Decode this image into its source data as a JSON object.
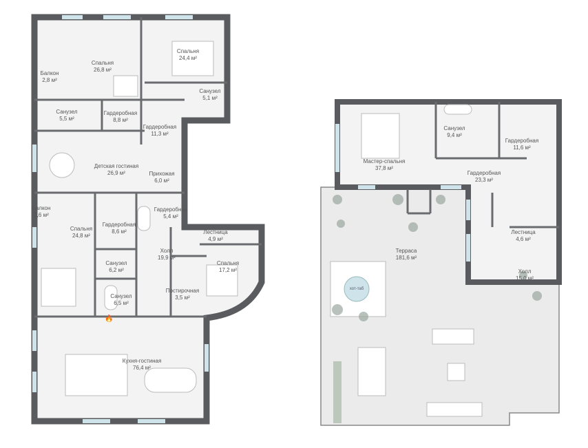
{
  "floor_lower": {
    "rooms": [
      {
        "name": "Спальня",
        "area": "26,8 м²"
      },
      {
        "name": "Спальня",
        "area": "24,4 м²"
      },
      {
        "name": "Балкон",
        "area": "2,8 м²"
      },
      {
        "name": "Санузел",
        "area": "5,1 м²"
      },
      {
        "name": "Санузел",
        "area": "5,5 м²"
      },
      {
        "name": "Гардеробная",
        "area": "8,8 м²"
      },
      {
        "name": "Гардеробная",
        "area": "11,3 м²"
      },
      {
        "name": "Детская гостиная",
        "area": "26,9 м²"
      },
      {
        "name": "Прихожая",
        "area": "6,0 м²"
      },
      {
        "name": "Балкон",
        "area": "3,6 м²"
      },
      {
        "name": "Гардеробная",
        "area": "5,4 м²"
      },
      {
        "name": "Спальня",
        "area": "24,8 м²"
      },
      {
        "name": "Гардеробная",
        "area": "8,6 м²"
      },
      {
        "name": "Лестница",
        "area": "4,9 м²"
      },
      {
        "name": "Холл",
        "area": "19,9 м²"
      },
      {
        "name": "Санузел",
        "area": "6,2 м²"
      },
      {
        "name": "Спальня",
        "area": "17,2 м²"
      },
      {
        "name": "Постирочная",
        "area": "3,5 м²"
      },
      {
        "name": "Санузел",
        "area": "6,5 м²"
      },
      {
        "name": "Кухня-гостиная",
        "area": "76,4 м²"
      }
    ]
  },
  "floor_upper": {
    "rooms": [
      {
        "name": "Санузел",
        "area": "9,4 м²"
      },
      {
        "name": "Гардеробная",
        "area": "11,6 м²"
      },
      {
        "name": "Мастер-спальня",
        "area": "37,8 м²"
      },
      {
        "name": "Гардеробная",
        "area": "23,3 м²"
      },
      {
        "name": "Лестница",
        "area": "4,6 м²"
      },
      {
        "name": "Терраса",
        "area": "181,6 м²"
      },
      {
        "name": "Холл",
        "area": "15,0 м²"
      }
    ],
    "hot_tub_label": "хот-таб"
  },
  "colors": {
    "wall": "#5a5b5e",
    "floor": "#f1f1f1",
    "window": "#cfe3ea",
    "terrace": "#e9eaea",
    "plant": "#9aa7a0"
  }
}
